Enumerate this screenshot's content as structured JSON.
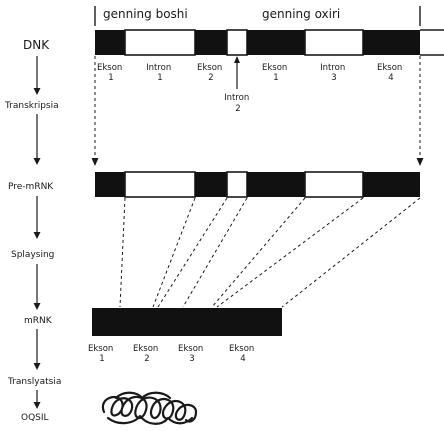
{
  "header": {
    "gene_start": "genning boshi",
    "gene_end": "genning oxiri"
  },
  "stages": {
    "dnk": "DNK",
    "transcription": "Transkripsia",
    "pre_mrnk": "Pre-mRNK",
    "splicing": "Splaysing",
    "mrnk": "mRNK",
    "translation": "Translyatsia",
    "protein": "OQSIL"
  },
  "dna_labels": {
    "exon1": [
      "Ekson",
      "1"
    ],
    "intron1": [
      "Intron",
      "1"
    ],
    "exon2": [
      "Ekson",
      "2"
    ],
    "intron2": [
      "Intron",
      "2"
    ],
    "exon3": [
      "Ekson",
      "1"
    ],
    "intron3": [
      "Intron",
      "3"
    ],
    "exon4": [
      "Ekson",
      "4"
    ]
  },
  "mrna_labels": {
    "exon1": [
      "Ekson",
      "1"
    ],
    "exon2": [
      "Ekson",
      "2"
    ],
    "exon3": [
      "Ekson",
      "3"
    ],
    "exon4": [
      "Ekson",
      "4"
    ]
  },
  "colors": {
    "exon": "#111111",
    "intron": "#ffffff",
    "line": "#1a1a1a"
  }
}
